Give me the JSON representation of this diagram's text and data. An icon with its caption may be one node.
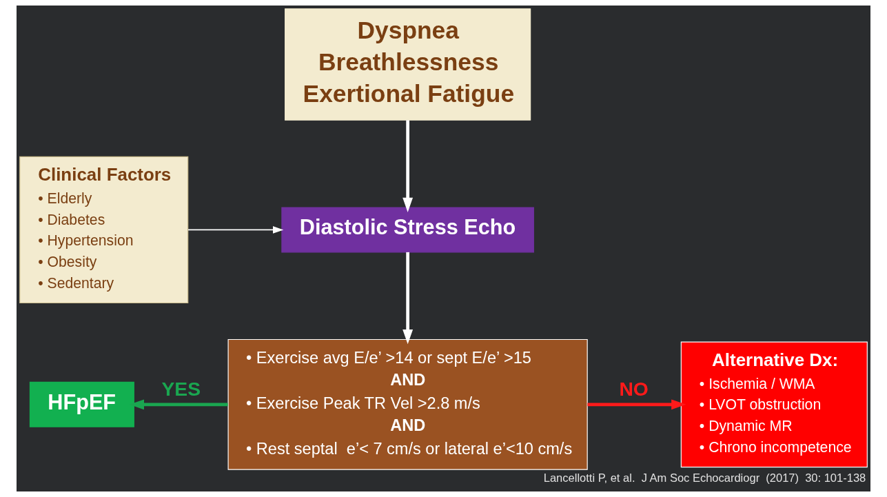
{
  "diagram": {
    "caption": "Lancellotti P, et al.  J Am Soc Echocardiogr  (2017)  30: 101-138",
    "nodes": [
      {
        "text": [
          "Dyspnea",
          "Breathlessness",
          "Exertional Fatigue"
        ]
      },
      {
        "text": [
          "Clinical Factors",
          "• Elderly",
          "• Diabetes",
          "• Hypertension",
          "• Obesity",
          "• Sedentary"
        ]
      },
      {
        "text": [
          "Diastolic Stress Echo"
        ]
      },
      {
        "text": [
          "• Exercise avg E/e’ >14 or sept E/e’ >15",
          "AND",
          "• Exercise Peak TR Vel >2.8 m/s",
          "AND",
          "• Rest septal  e’< 7 cm/s or lateral e’<10 cm/s"
        ]
      },
      {
        "text": [
          "HFpEF"
        ]
      },
      {
        "text": [
          "Alternative Dx:",
          "• Ischemia / WMA",
          "• LVOT obstruction",
          "• Dynamic MR",
          "• Chrono incompetence"
        ]
      }
    ],
    "edges": [
      {
        "from": 0,
        "to": 2,
        "arrow": "to"
      },
      {
        "from": 1,
        "to": 2,
        "arrow": "to"
      },
      {
        "from": 2,
        "to": 3,
        "arrow": "to"
      },
      {
        "from": 3,
        "to": 4,
        "arrow": "to",
        "label": "YES",
        "color": "#1aa650"
      },
      {
        "from": 3,
        "to": 5,
        "arrow": "to",
        "label": "NO",
        "color": "#ff1a1a"
      }
    ]
  }
}
